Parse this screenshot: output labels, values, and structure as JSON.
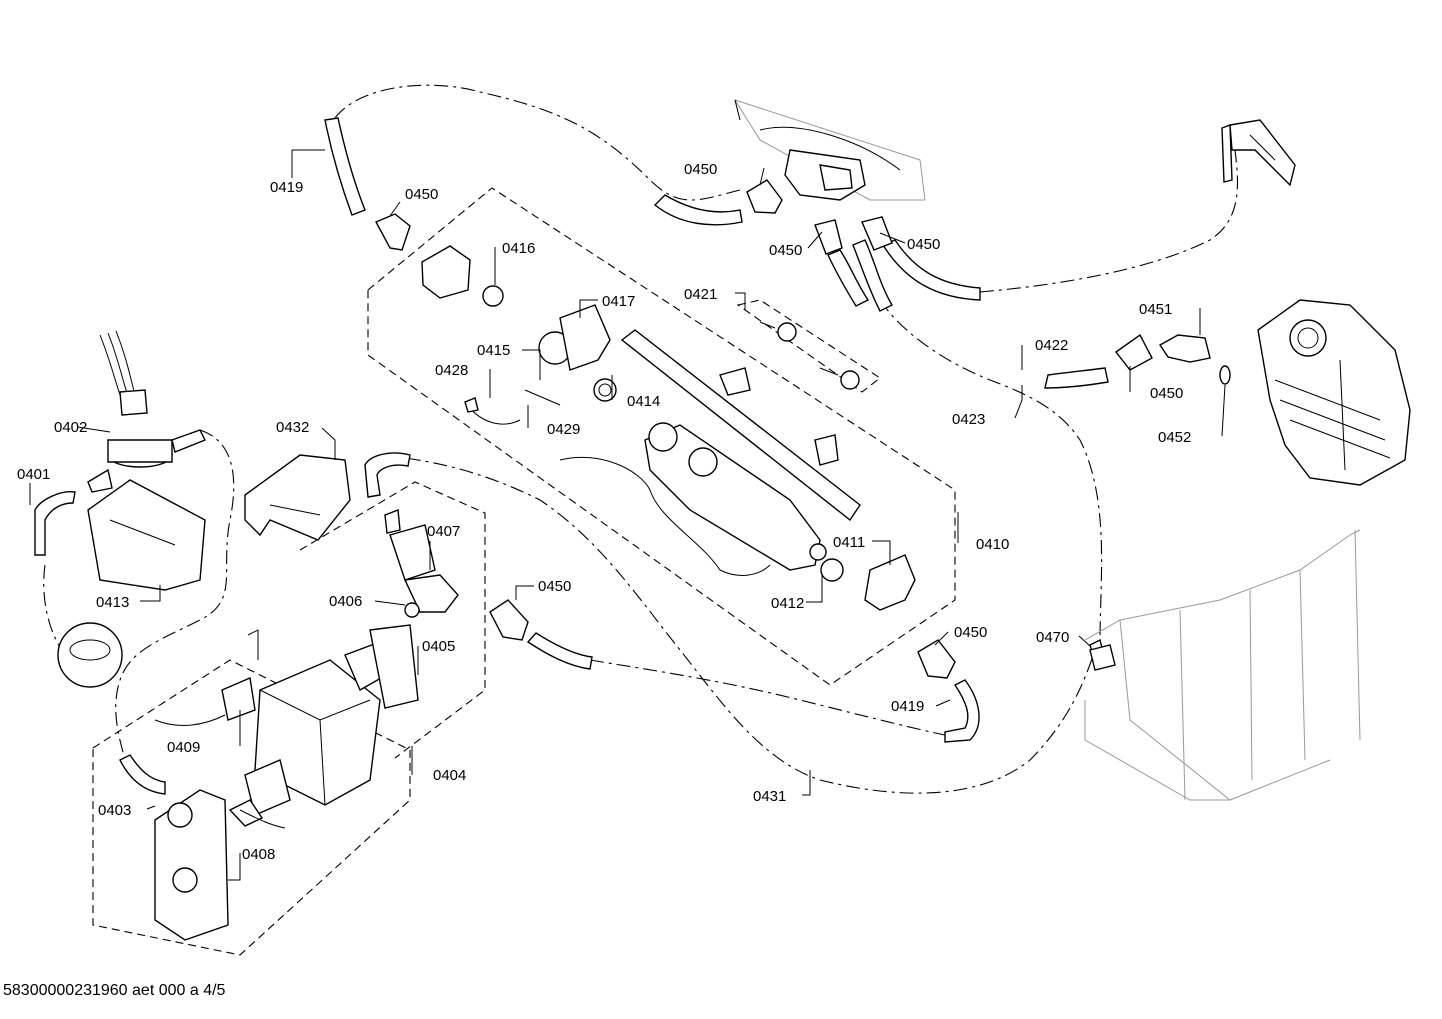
{
  "document_id": "58300000231960 aet 000 a 4/5",
  "part_labels": [
    {
      "id": "0401",
      "text": "0401"
    },
    {
      "id": "0402",
      "text": "0402"
    },
    {
      "id": "0403",
      "text": "0403"
    },
    {
      "id": "0404",
      "text": "0404"
    },
    {
      "id": "0405",
      "text": "0405"
    },
    {
      "id": "0406",
      "text": "0406"
    },
    {
      "id": "0407",
      "text": "0407"
    },
    {
      "id": "0408",
      "text": "0408"
    },
    {
      "id": "0409",
      "text": "0409"
    },
    {
      "id": "0410",
      "text": "0410"
    },
    {
      "id": "0411",
      "text": "0411"
    },
    {
      "id": "0412",
      "text": "0412"
    },
    {
      "id": "0413",
      "text": "0413"
    },
    {
      "id": "0414",
      "text": "0414"
    },
    {
      "id": "0415",
      "text": "0415"
    },
    {
      "id": "0416",
      "text": "0416"
    },
    {
      "id": "0417",
      "text": "0417"
    },
    {
      "id": "0419a",
      "text": "0419"
    },
    {
      "id": "0419b",
      "text": "0419"
    },
    {
      "id": "0421",
      "text": "0421"
    },
    {
      "id": "0422",
      "text": "0422"
    },
    {
      "id": "0423",
      "text": "0423"
    },
    {
      "id": "0428",
      "text": "0428"
    },
    {
      "id": "0429",
      "text": "0429"
    },
    {
      "id": "0431",
      "text": "0431"
    },
    {
      "id": "0432",
      "text": "0432"
    },
    {
      "id": "0450a",
      "text": "0450"
    },
    {
      "id": "0450b",
      "text": "0450"
    },
    {
      "id": "0450c",
      "text": "0450"
    },
    {
      "id": "0450d",
      "text": "0450"
    },
    {
      "id": "0450e",
      "text": "0450"
    },
    {
      "id": "0450f",
      "text": "0450"
    },
    {
      "id": "0450g",
      "text": "0450"
    },
    {
      "id": "0451",
      "text": "0451"
    },
    {
      "id": "0452",
      "text": "0452"
    },
    {
      "id": "0470",
      "text": "0470"
    }
  ]
}
